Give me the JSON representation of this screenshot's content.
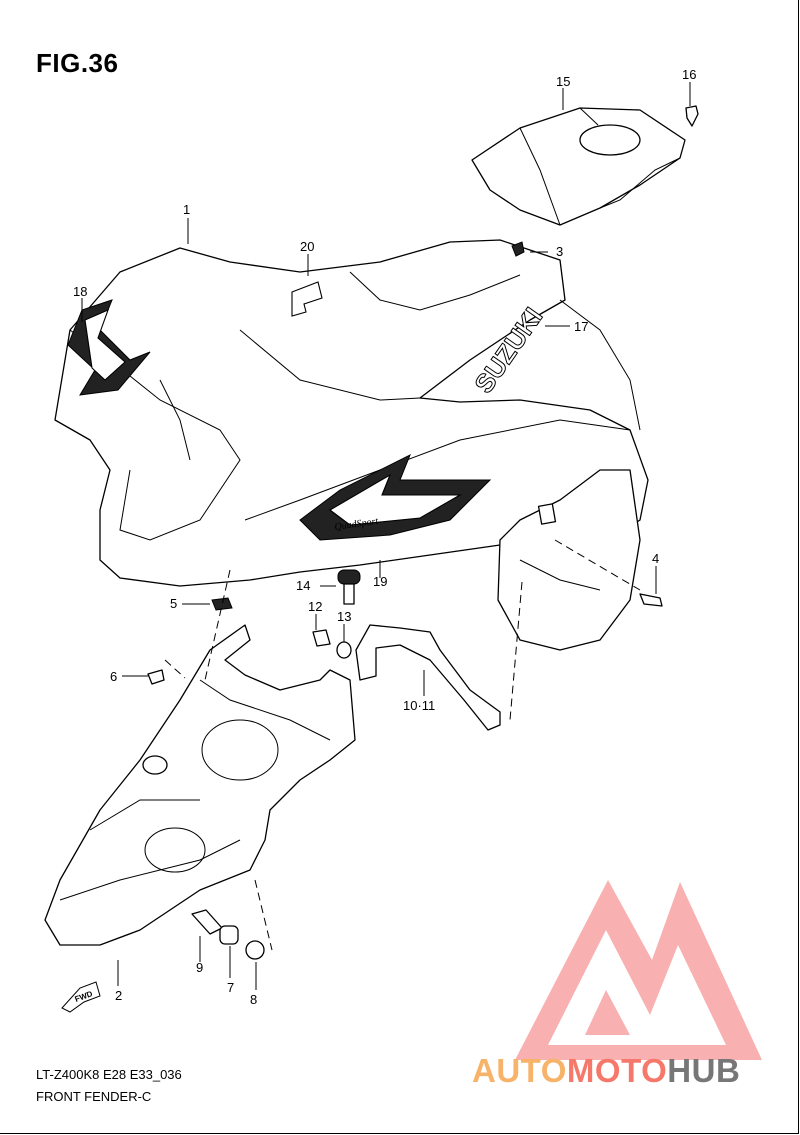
{
  "figure": {
    "title": "FIG.36"
  },
  "footer": {
    "code": "LT-Z400K8 E28 E33_036",
    "name": "FRONT FENDER-C"
  },
  "watermark": {
    "part1": "AUTO",
    "part2": "MOTO",
    "part3": "HUB",
    "colors": {
      "auto": "#f7b36a",
      "moto": "#f6786b",
      "hub": "#777777",
      "logo": "#f59a9a"
    }
  },
  "labels": {
    "fwd": "FWD",
    "suzuki": "SUZUKI"
  },
  "callouts": {
    "c1": "1",
    "c2": "2",
    "c3": "3",
    "c4": "4",
    "c5": "5",
    "c6": "6",
    "c7": "7",
    "c8": "8",
    "c9": "9",
    "c10_11": "10·11",
    "c12": "12",
    "c13": "13",
    "c14": "14",
    "c15": "15",
    "c16": "16",
    "c17": "17",
    "c18": "18",
    "c19": "19",
    "c20": "20"
  }
}
